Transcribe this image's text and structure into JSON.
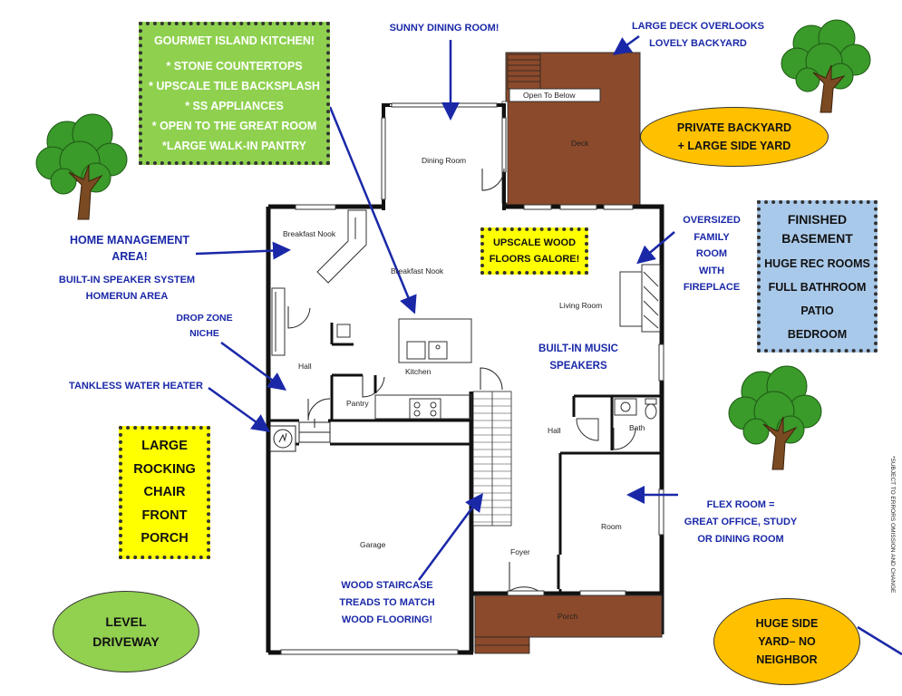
{
  "kitchen_box": {
    "title": "GOURMET ISLAND KITCHEN!",
    "items": [
      "* STONE COUNTERTOPS",
      "* UPSCALE TILE BACKSPLASH",
      "* SS APPLIANCES",
      "* OPEN TO THE GREAT ROOM",
      "*LARGE WALK-IN PANTRY"
    ]
  },
  "callouts": {
    "sunny_dining": "SUNNY DINING ROOM!",
    "deck_line1": "LARGE DECK OVERLOOKS",
    "deck_line2": "LOVELY  BACKYARD",
    "home_mgmt_line1": "HOME MANAGEMENT",
    "home_mgmt_line2": "AREA!",
    "speaker_line1": "BUILT-IN SPEAKER SYSTEM",
    "speaker_line2": "HOMERUN AREA",
    "drop_zone_line1": "DROP ZONE",
    "drop_zone_line2": "NICHE",
    "tankless": "TANKLESS WATER HEATER",
    "family_line1": "OVERSIZED",
    "family_line2": "FAMILY",
    "family_line3": "ROOM",
    "family_line4": "WITH",
    "family_line5": "FIREPLACE",
    "music_line1": "BUILT-IN MUSIC",
    "music_line2": "SPEAKERS",
    "flex_line1": "FLEX ROOM =",
    "flex_line2": "GREAT OFFICE, STUDY",
    "flex_line3": "OR DINING ROOM",
    "stair_line1": "WOOD STAIRCASE",
    "stair_line2": "TREADS TO MATCH",
    "stair_line3": "WOOD FLOORING!"
  },
  "wood_box": {
    "line1": "UPSCALE WOOD",
    "line2": "FLOORS GALORE!"
  },
  "basement_box": {
    "title_line1": "FINISHED",
    "title_line2": "BASEMENT",
    "items": [
      "HUGE REC ROOMS",
      "FULL BATHROOM",
      "PATIO",
      "BEDROOM"
    ]
  },
  "porch_box": {
    "lines": [
      "LARGE",
      "ROCKING",
      "CHAIR",
      "FRONT",
      "PORCH"
    ]
  },
  "backyard_oval": {
    "line1": "PRIVATE BACKYARD",
    "line2": "+ LARGE SIDE YARD",
    "color": "#ffc000"
  },
  "driveway_oval": {
    "line1": "LEVEL",
    "line2": "DRIVEWAY",
    "color": "#92d050"
  },
  "side_yard_oval": {
    "line1": "HUGE SIDE",
    "line2": "YARD– NO",
    "line3": "NEIGHBOR",
    "color": "#ffc000"
  },
  "rooms": {
    "open_to_below": "Open To Below",
    "deck": "Deck",
    "dining_room": "Dining Room",
    "breakfast_nook_1": "Breakfast Nook",
    "breakfast_nook_2": "Breakfast Nook",
    "living_room": "Living Room",
    "hall_1": "Hall",
    "kitchen": "Kitchen",
    "pantry": "Pantry",
    "hall_2": "Hall",
    "bath": "Bath",
    "room": "Room",
    "garage": "Garage",
    "foyer": "Foyer",
    "porch": "Porch"
  },
  "disclaimer": "*SUBJECT TO ERRORS OMISSION AND CHANGE",
  "colors": {
    "arrow": "#1a28a8",
    "wall": "#111111",
    "deck": "#8b4a2b",
    "tree_leaf": "#3a9a2a",
    "tree_trunk": "#7a4a22"
  }
}
